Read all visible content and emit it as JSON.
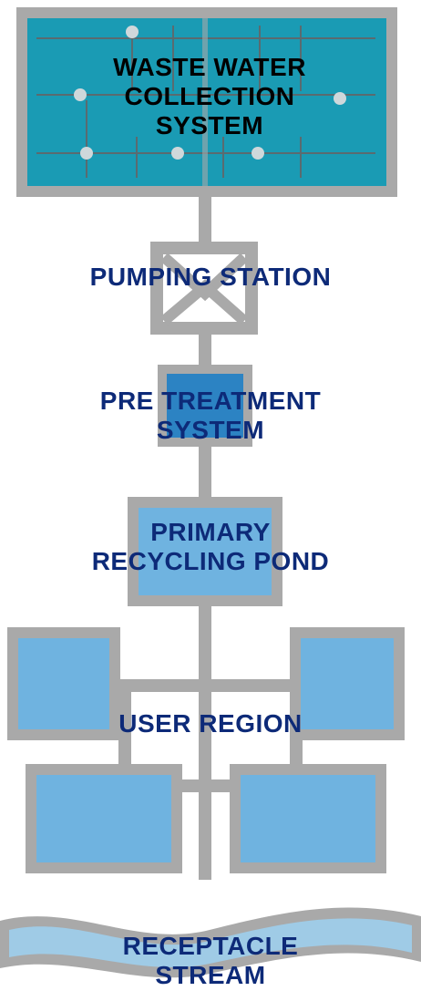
{
  "stages": {
    "collection": {
      "lines": [
        "WASTE WATER",
        "COLLECTION",
        "SYSTEM"
      ]
    },
    "pumping": {
      "lines": [
        "PUMPING STATION"
      ]
    },
    "pretreatment": {
      "lines": [
        "PRE TREATMENT",
        "SYSTEM"
      ]
    },
    "primary": {
      "lines": [
        "PRIMARY",
        "RECYCLING POND"
      ]
    },
    "user": {
      "lines": [
        "USER REGION"
      ]
    },
    "receptacle": {
      "lines": [
        "RECEPTACLE",
        "STREAM"
      ]
    }
  },
  "colors": {
    "frame": "#a9a9a9",
    "collection_fill": "#1a9bb4",
    "tank_fill": "#6fb3e0",
    "label_text": "#0d2a78",
    "collection_text": "#000000"
  }
}
